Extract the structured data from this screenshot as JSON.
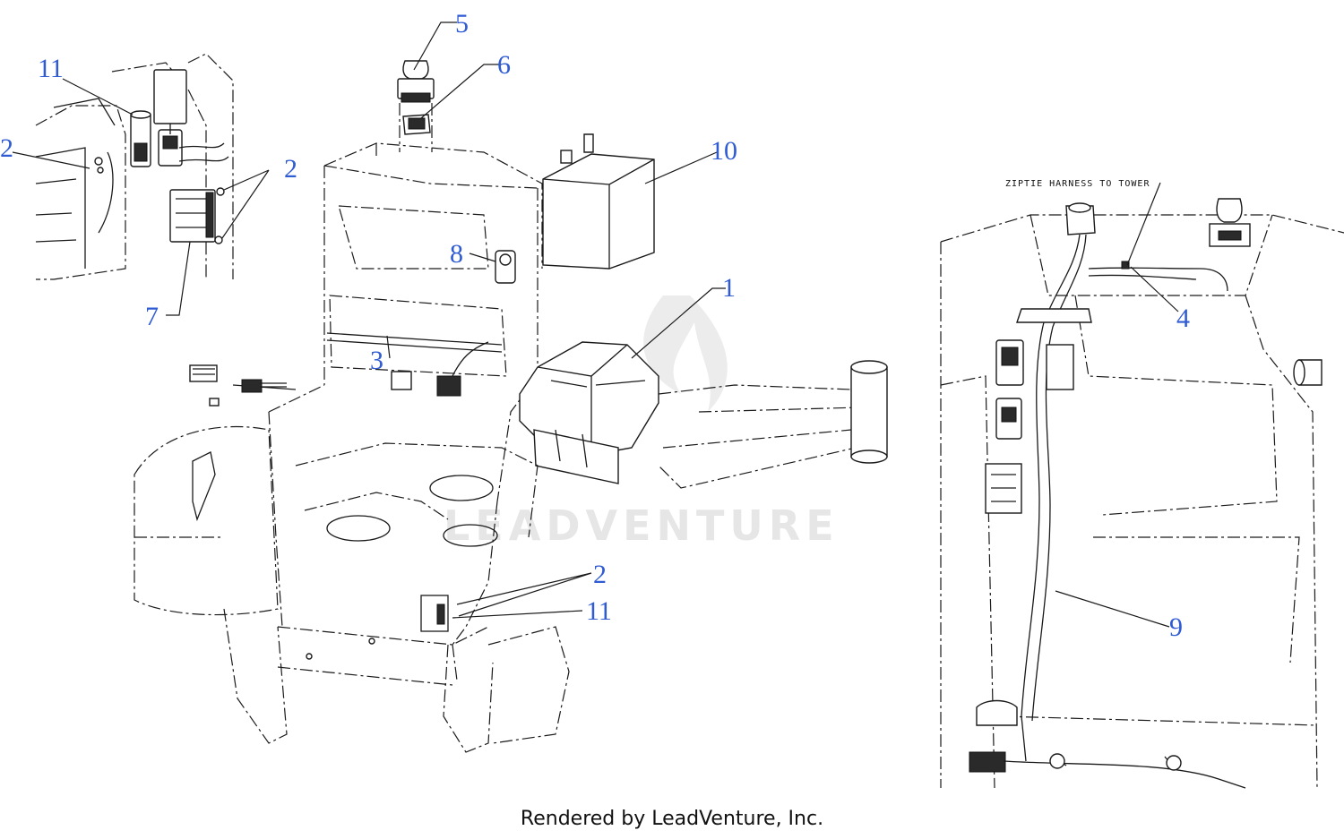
{
  "callouts": {
    "c1": "1",
    "c2a": "2",
    "c2b": "2",
    "c2c": "2",
    "c3": "3",
    "c4": "4",
    "c5": "5",
    "c6": "6",
    "c7": "7",
    "c8": "8",
    "c9": "9",
    "c10": "10",
    "c11a": "11",
    "c11b": "11"
  },
  "notes": {
    "ziptie": "ZIPTIE HARNESS TO TOWER"
  },
  "watermark": "LEADVENTURE",
  "footer": "Rendered by LeadVenture, Inc.",
  "colors": {
    "callout": "#2f5bd3",
    "line": "#1a1a1a",
    "watermark": "#e6e6e6"
  }
}
